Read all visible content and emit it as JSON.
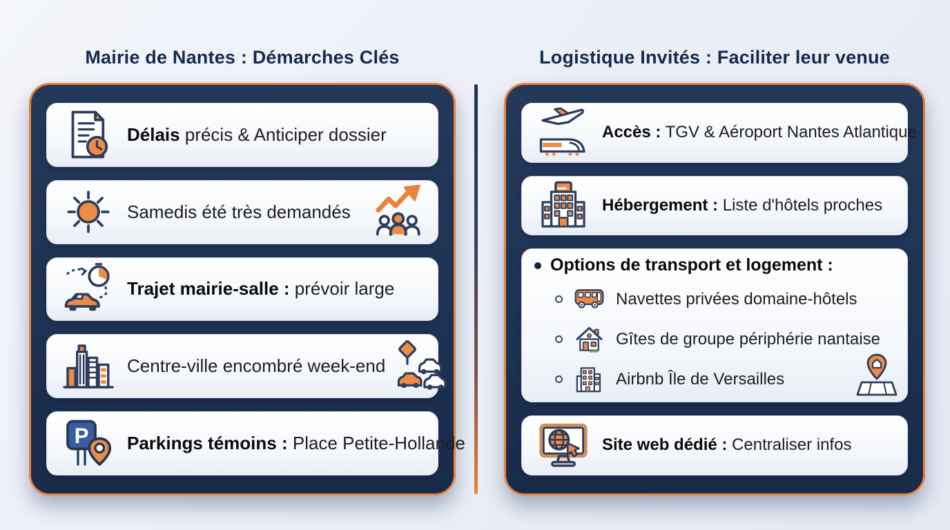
{
  "colors": {
    "panel_navy": "#1d3152",
    "accent_orange": "#e8823c",
    "title_navy": "#152a4e",
    "card_bg": "#f4f7fb"
  },
  "icons": {
    "parking_letter": "P"
  },
  "left_panel": {
    "title": "Mairie de Nantes : Démarches Clés",
    "rows": [
      {
        "icon": "document-clock-icon",
        "bold": "Délais",
        "text": " précis & Anticiper dossier"
      },
      {
        "icon": "sun-icon",
        "bold": "",
        "text": "Samedis été très demandés",
        "right_icon": "crowd-growth-icon"
      },
      {
        "icon": "car-route-stopwatch-icon",
        "bold": "Trajet mairie-salle :",
        "text": " prévoir large"
      },
      {
        "icon": "city-skyline-icon",
        "bold": "",
        "text": "Centre-ville encombré week-end",
        "right_icon": "traffic-jam-icon"
      },
      {
        "icon": "parking-pin-icon",
        "bold": "Parkings témoins :",
        "text": " Place Petite-Hollande"
      }
    ]
  },
  "right_panel": {
    "title": "Logistique Invités : Faciliter leur venue",
    "rows": [
      {
        "icon": "plane-train-icon",
        "bold": "Accès :",
        "text": " TGV & Aéroport Nantes Atlantique"
      },
      {
        "icon": "hotel-icon",
        "bold": "Hébergement :",
        "text": " Liste d'hôtels proches"
      }
    ],
    "options": {
      "header": "Options de transport et logement :",
      "items": [
        {
          "icon": "bus-icon",
          "text": "Navettes privées domaine-hôtels"
        },
        {
          "icon": "house-icon",
          "text": "Gîtes de groupe périphérie nantaise"
        },
        {
          "icon": "apartment-icon",
          "text": "Airbnb Île de Versailles"
        }
      ],
      "corner_icon": "map-house-pin-icon"
    },
    "last_row": {
      "icon": "website-monitor-icon",
      "bold": "Site web dédié :",
      "text": " Centraliser infos"
    }
  }
}
